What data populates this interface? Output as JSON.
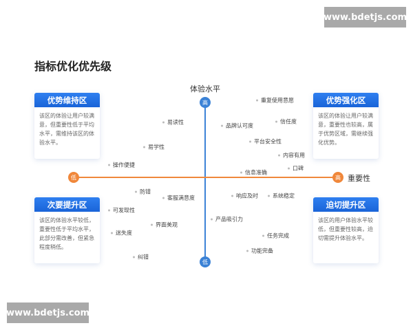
{
  "watermark": "www.bdetjs.com",
  "title": "指标优化优先级",
  "axes": {
    "y_label": "体验水平",
    "x_label": "重要性",
    "high": "高",
    "low": "低",
    "y_color": "#3b82d6",
    "x_color": "#f0873a"
  },
  "quadrants": [
    {
      "title": "优势维持区",
      "desc": "该区的体验让用户较满意，但重要性低于平均水平，需维持该区的体验水平。"
    },
    {
      "title": "优势强化区",
      "desc": "该区的体验让用户较满意，重要性也较高，属于优势区域，需继续强化优势。"
    },
    {
      "title": "次要提升区",
      "desc": "该区的体验水平较低，重要性低于平均水平，此部分需改善，但紧急程度稍低。"
    },
    {
      "title": "迫切提升区",
      "desc": "该区的用户体验水平较低，但重要性较高，迫切需提升体验水平。"
    }
  ],
  "points": [
    "易读性",
    "易学性",
    "操作便捷",
    "重复使用意愿",
    "品牌认可度",
    "信任度",
    "平台安全性",
    "内容有用",
    "口碑",
    "信息准确",
    "防错",
    "客服满意度",
    "可发现性",
    "界面美观",
    "迷失度",
    "纠错",
    "响应及时",
    "系统稳定",
    "产品吸引力",
    "任务完成",
    "功能完备"
  ]
}
